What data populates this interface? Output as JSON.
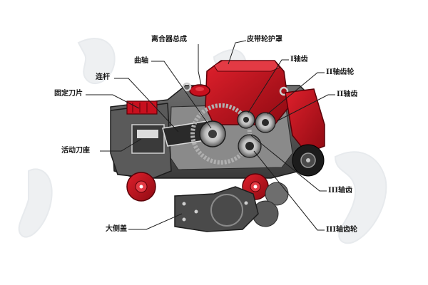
{
  "diagram": {
    "labels": {
      "clutch_assembly": "离合器总成",
      "belt_pulley_guard": "皮带轮护罩",
      "crankshaft": "曲轴",
      "connecting_rod": "连杆",
      "fixed_blade": "固定刀片",
      "movable_blade_seat": "活动刀座",
      "shaft_i_gear": "I轴齿",
      "shaft_ii_gear_wheel": "II轴齿轮",
      "shaft_ii_gear": "II轴齿",
      "shaft_iii_gear": "III轴齿",
      "shaft_iii_gear_wheel": "III轴齿轮",
      "large_side_cover": "大侧盖"
    },
    "colors": {
      "red": "#c8101e",
      "dark_red": "#8e0a12",
      "grey": "#9a9a9a",
      "dark_grey": "#4a4a4a",
      "black": "#1c1c1c",
      "light": "#dcdcdc",
      "watermark": "#eef0f2"
    }
  }
}
